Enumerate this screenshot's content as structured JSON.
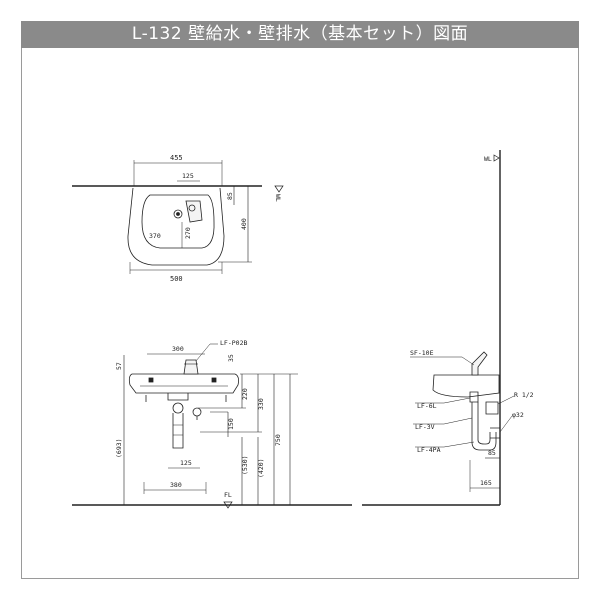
{
  "header": {
    "title": "L-132  壁給水・壁排水（基本セット）図面"
  },
  "top_view": {
    "dims": {
      "overall_width": "455",
      "faucet": "125",
      "depth_85": "85",
      "depth_400": "400",
      "inner_270": "270",
      "bowl_370": "370",
      "width_500": "500"
    },
    "level_mark": "WL"
  },
  "front_view": {
    "callouts": {
      "faucet_part": "LF-P02B"
    },
    "dims": {
      "d300": "300",
      "d35": "35",
      "d57": "57",
      "d220": "220",
      "d330": "330",
      "d750": "750",
      "d150": "150",
      "d693": "(693)",
      "d530": "(530)",
      "d420": "(420)",
      "d125": "125",
      "d380": "380"
    },
    "level_mark": "FL"
  },
  "side_view": {
    "level_mark": "WL",
    "callouts": {
      "spout": "SF-10E",
      "valve": "LF-6L",
      "trap": "LF-3V",
      "drain": "LF-4PA",
      "r": "R 1/2",
      "phi": "φ32"
    },
    "dims": {
      "d85": "85",
      "d165": "165"
    }
  }
}
